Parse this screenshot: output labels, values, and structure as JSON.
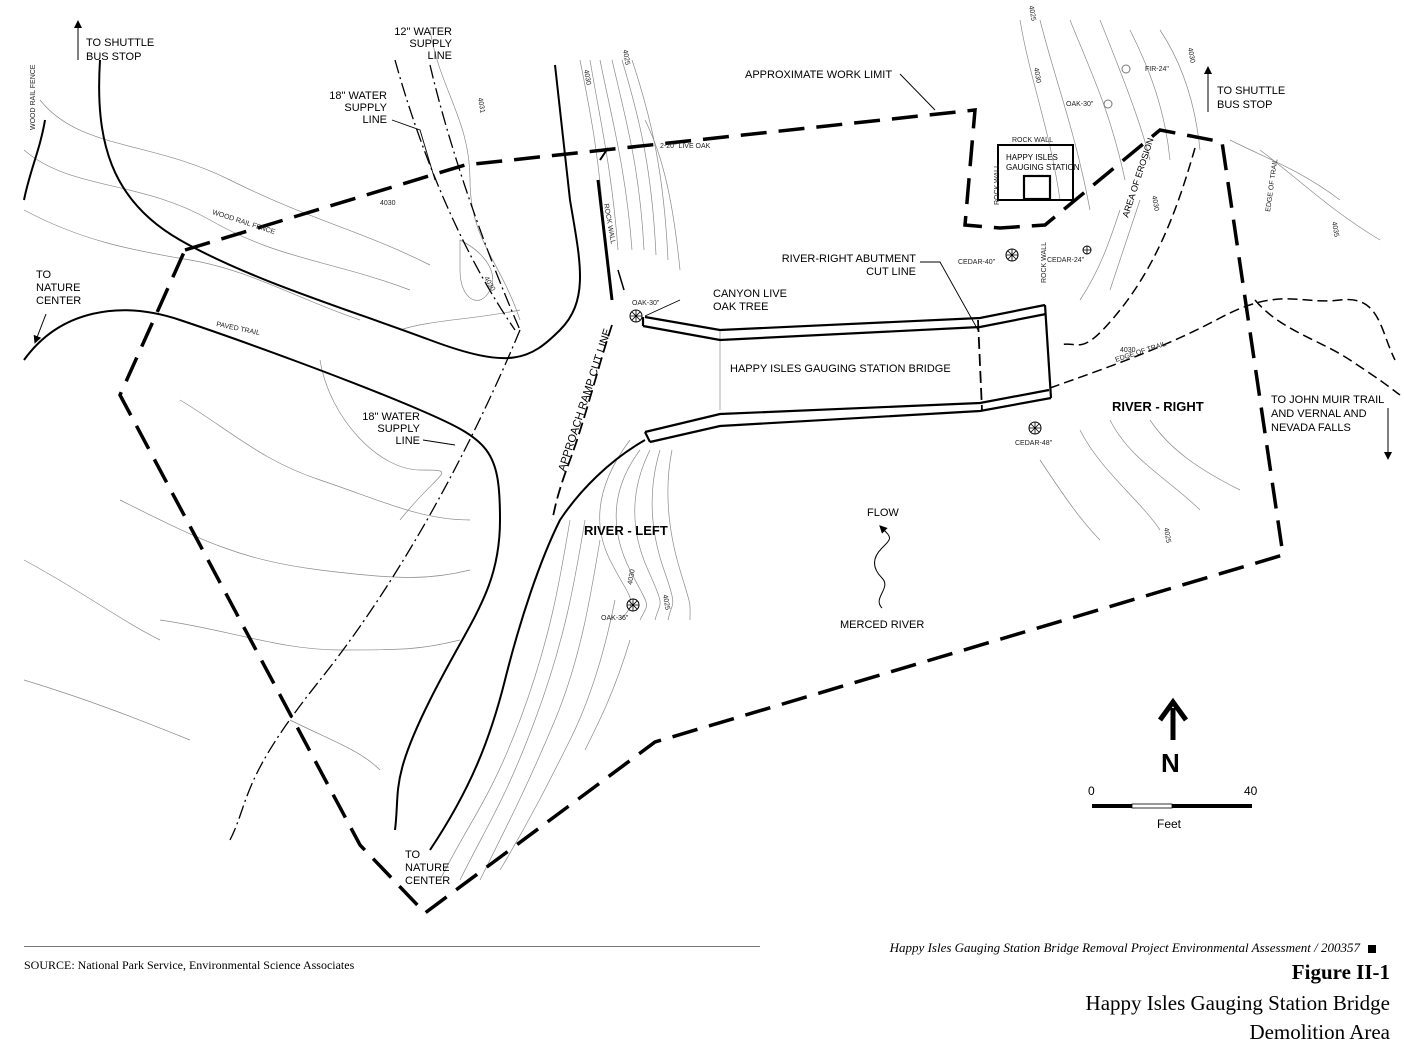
{
  "map": {
    "labels": {
      "to_shuttle_left": [
        "TO SHUTTLE",
        "BUS STOP"
      ],
      "to_shuttle_right": [
        "TO SHUTTLE",
        "BUS STOP"
      ],
      "water_12": [
        "12\" WATER",
        "SUPPLY",
        "LINE"
      ],
      "water_18_top": [
        "18\" WATER",
        "SUPPLY",
        "LINE"
      ],
      "water_18_mid": [
        "18\" WATER",
        "SUPPLY",
        "LINE"
      ],
      "approx_work_limit": "APPROXIMATE WORK LIMIT",
      "to_nature_center_left": [
        "TO",
        "NATURE",
        "CENTER"
      ],
      "to_nature_center_bottom": [
        "TO",
        "NATURE",
        "CENTER"
      ],
      "canyon_oak": [
        "CANYON LIVE",
        "OAK TREE"
      ],
      "abutment_cut": [
        "RIVER-RIGHT ABUTMENT",
        "CUT LINE"
      ],
      "bridge": "HAPPY ISLES GAUGING STATION BRIDGE",
      "gauging_station": [
        "HAPPY ISLES",
        "GAUGING STATION"
      ],
      "approach_ramp": "APPROACH RAMP CUT LINE",
      "river_left": "RIVER - LEFT",
      "river_right": "RIVER - RIGHT",
      "flow": "FLOW",
      "merced_river": "MERCED RIVER",
      "to_john_muir": [
        "TO JOHN MUIR TRAIL",
        "AND VERNAL AND",
        "NEVADA FALLS"
      ],
      "area_erosion": "AREA OF EROSION",
      "wood_rail_fence": "WOOD RAIL FENCE",
      "wood_rail_fence_2": "WOOD RAIL FENCE",
      "paved_trail": "PAVED TRAIL",
      "rock_wall_1": "ROCK WALL",
      "rock_wall_2": "ROCK WALL",
      "rock_wall_3": "ROCK WALL",
      "rock_wall_4": "ROCK WALL",
      "edge_of_trail_1": "EDGE OF TRAIL",
      "edge_of_trail_2": "EDGE OF TRAIL",
      "oak_30_a": "OAK-30\"",
      "oak_30_b": "OAK-30\"",
      "oak_36": "OAK-36\"",
      "oak_top": "2-20\" LIVE OAK",
      "fir_24": "FIR-24\"",
      "cedar_40": "CEDAR-40\"",
      "cedar_24": "CEDAR-24\"",
      "cedar_48": "CEDAR-48\"",
      "contours": [
        "4030",
        "4025",
        "4030",
        "4031",
        "4030",
        "4030",
        "4025",
        "4030",
        "4035",
        "4025",
        "4025",
        "4030",
        "4030",
        "4030"
      ]
    },
    "north_label": "N",
    "scale": {
      "min": "0",
      "max": "40",
      "unit": "Feet"
    }
  },
  "footer": {
    "source": "SOURCE:  National Park Service, Environmental Science Associates",
    "project": "Happy Isles Gauging Station Bridge Removal Project Environmental Assessment / 200357",
    "figure_number": "Figure II-1",
    "title_line1": "Happy Isles Gauging Station Bridge",
    "title_line2": "Demolition Area"
  }
}
